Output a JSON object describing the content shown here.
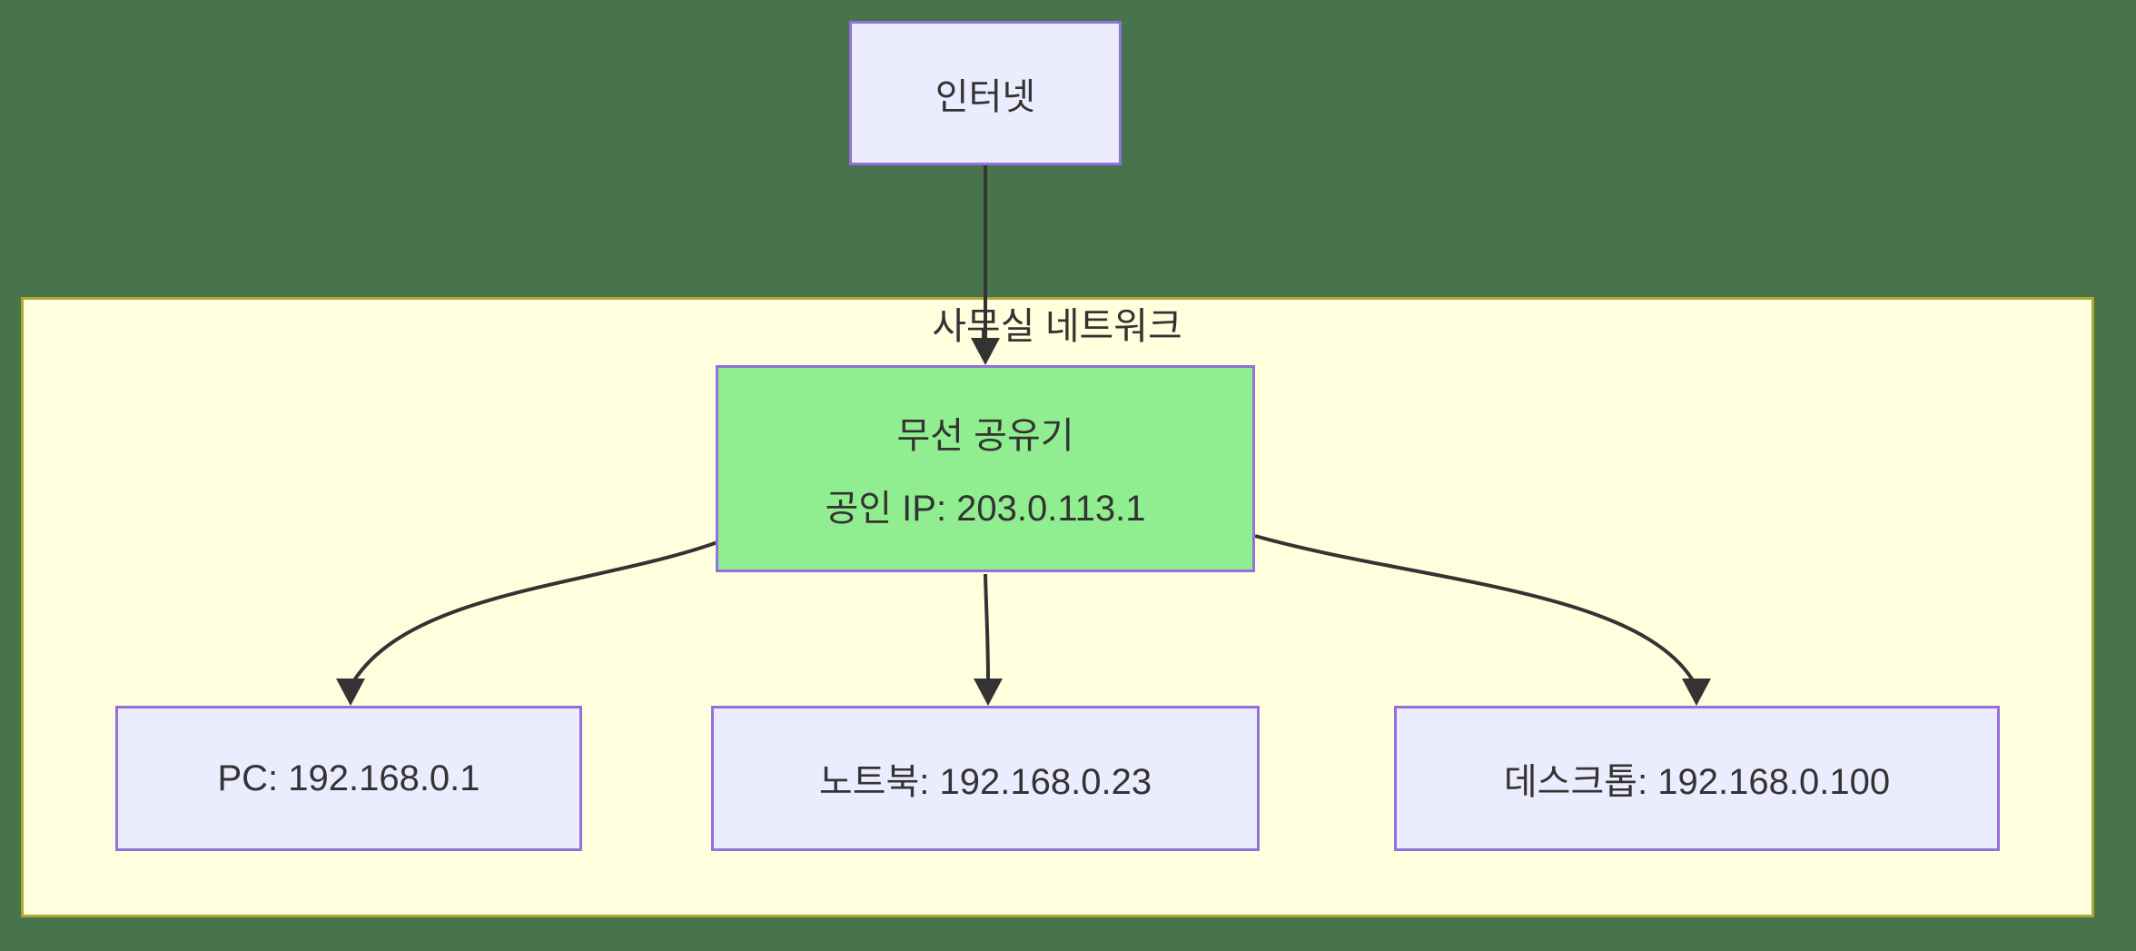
{
  "colors": {
    "background": "#47734D",
    "node_fill": "#ECECFF",
    "node_border": "#9370DB",
    "router_fill": "#90EE90",
    "subnet_fill": "#FFFFDE",
    "subnet_border": "#AAAA33",
    "edge": "#333333",
    "text": "#333333"
  },
  "subgraph": {
    "label": "사무실 네트워크"
  },
  "nodes": {
    "internet": {
      "label": "인터넷"
    },
    "router": {
      "label": "무선 공유기",
      "sublabel": "공인 IP: 203.0.113.1"
    },
    "pc": {
      "label": "PC: 192.168.0.1"
    },
    "laptop": {
      "label": "노트북: 192.168.0.23"
    },
    "desktop": {
      "label": "데스크톱: 192.168.0.100"
    }
  }
}
